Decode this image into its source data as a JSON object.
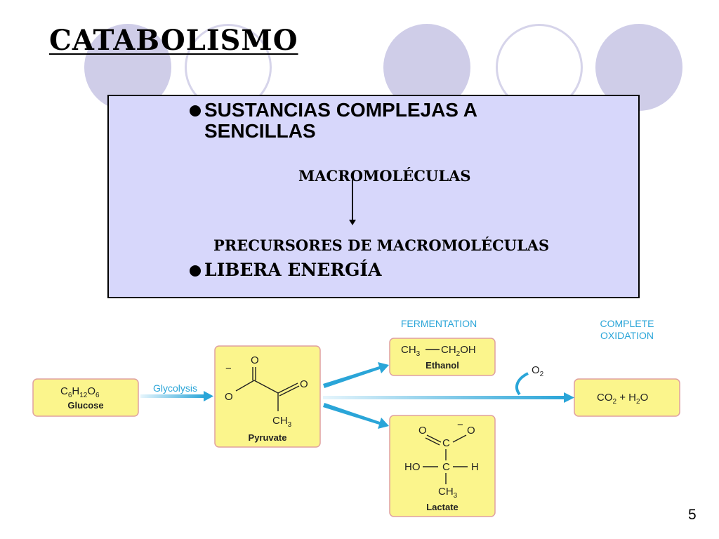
{
  "slide": {
    "title": "CATABOLISMO",
    "bullet1": "SUSTANCIAS COMPLEJAS A SENCILLAS",
    "macromolecules": "MACROMOLÉCULAS",
    "precursors": "PRECURSORES DE MACROMOLÉCULAS",
    "bullet2": "LIBERA ENERGÍA",
    "page_number": "5"
  },
  "diagram": {
    "glucose_name": "Glucose",
    "glycolysis_label": "Glycolysis",
    "pyruvate_name": "Pyruvate",
    "fermentation_label": "FERMENTATION",
    "ethanol_name": "Ethanol",
    "lactate_name": "Lactate",
    "complete_oxidation_line1": "COMPLETE",
    "complete_oxidation_line2": "OXIDATION",
    "oxygen_label": "O",
    "oxygen_subscript": "2"
  },
  "colors": {
    "box_fill": "#fbf58c",
    "arrow_blue": "#2aa5d8",
    "panel_fill": "#d7d7fb"
  }
}
